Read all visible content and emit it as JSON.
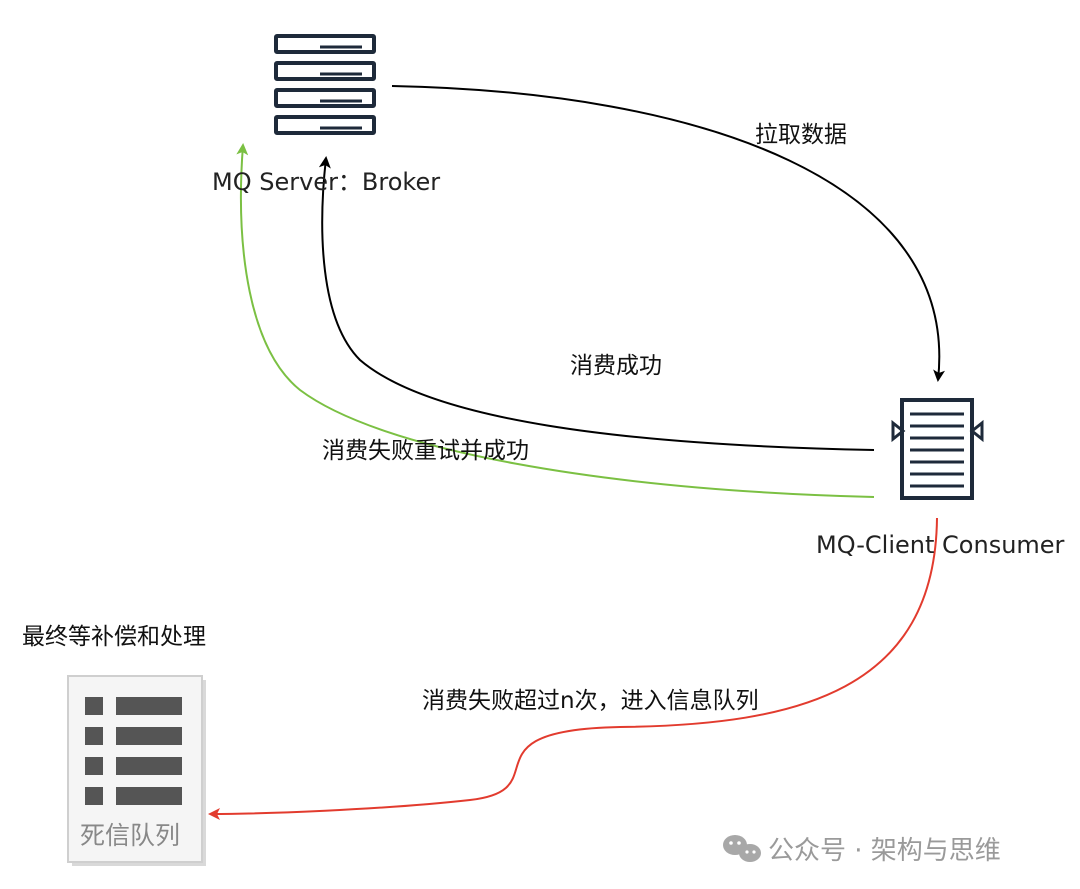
{
  "nodes": {
    "broker": {
      "label": "MQ Server：Broker"
    },
    "consumer": {
      "label": "MQ-Client Consumer"
    },
    "dead_letter_queue": {
      "label": "死信队列"
    }
  },
  "edges": {
    "pull": {
      "label": "拉取数据",
      "color": "#000000"
    },
    "consume_success": {
      "label": "消费成功",
      "color": "#000000"
    },
    "retry_success": {
      "label": "消费失败重试并成功",
      "color": "#7bc043"
    },
    "to_dlq": {
      "label": "消费失败超过n次，进入信息队列",
      "color": "#e23b2e"
    }
  },
  "annotations": {
    "final_compensation": "最终等补偿和处理"
  },
  "watermark": {
    "text": "公众号 · 架构与思维",
    "icon": "wechat-icon"
  }
}
